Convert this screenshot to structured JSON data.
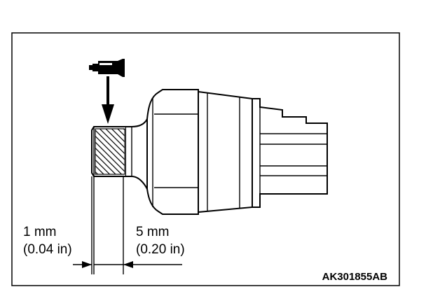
{
  "dimensions": {
    "left_value": "1 mm",
    "left_imperial": "(0.04 in)",
    "right_value": "5 mm",
    "right_imperial": "(0.20 in)"
  },
  "figure_code": "AK301855AB",
  "icons": {
    "applicator": "sealant-tube-icon",
    "arrow": "down-arrow-icon"
  }
}
